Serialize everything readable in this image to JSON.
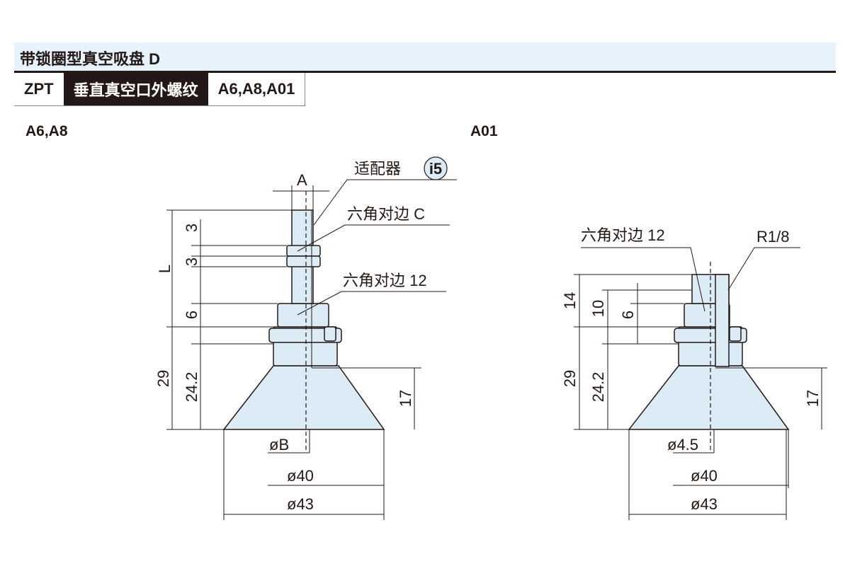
{
  "header": {
    "title": "带锁圈型真空吸盘 D"
  },
  "tabs": [
    {
      "label": "ZPT"
    },
    {
      "label": "垂直真空口外螺纹"
    },
    {
      "label": "A6,A8,A01"
    }
  ],
  "views": {
    "left": {
      "title": "A6,A8",
      "callouts": {
        "adapter": "适配器",
        "adapter_badge": "i5",
        "hex_c": "六角对边 C",
        "hex_12": "六角对边 12"
      },
      "dims": {
        "A": "A",
        "L": "L",
        "d3a": "3",
        "d3b": "3",
        "d6": "6",
        "d29": "29",
        "d24": "24.2",
        "d17": "17",
        "dB": "øB",
        "d40": "ø40",
        "d43": "ø43"
      }
    },
    "right": {
      "title": "A01",
      "callouts": {
        "hex_12": "六角对边 12",
        "thread": "R1/8"
      },
      "dims": {
        "d14": "14",
        "d10": "10",
        "d6": "6",
        "d29": "29",
        "d24": "24.2",
        "d17": "17",
        "d45": "ø4.5",
        "d40": "ø40",
        "d43": "ø43"
      }
    }
  },
  "colors": {
    "fill": "#dcecf6",
    "band": "#e6f3fc",
    "ink": "#231815"
  }
}
